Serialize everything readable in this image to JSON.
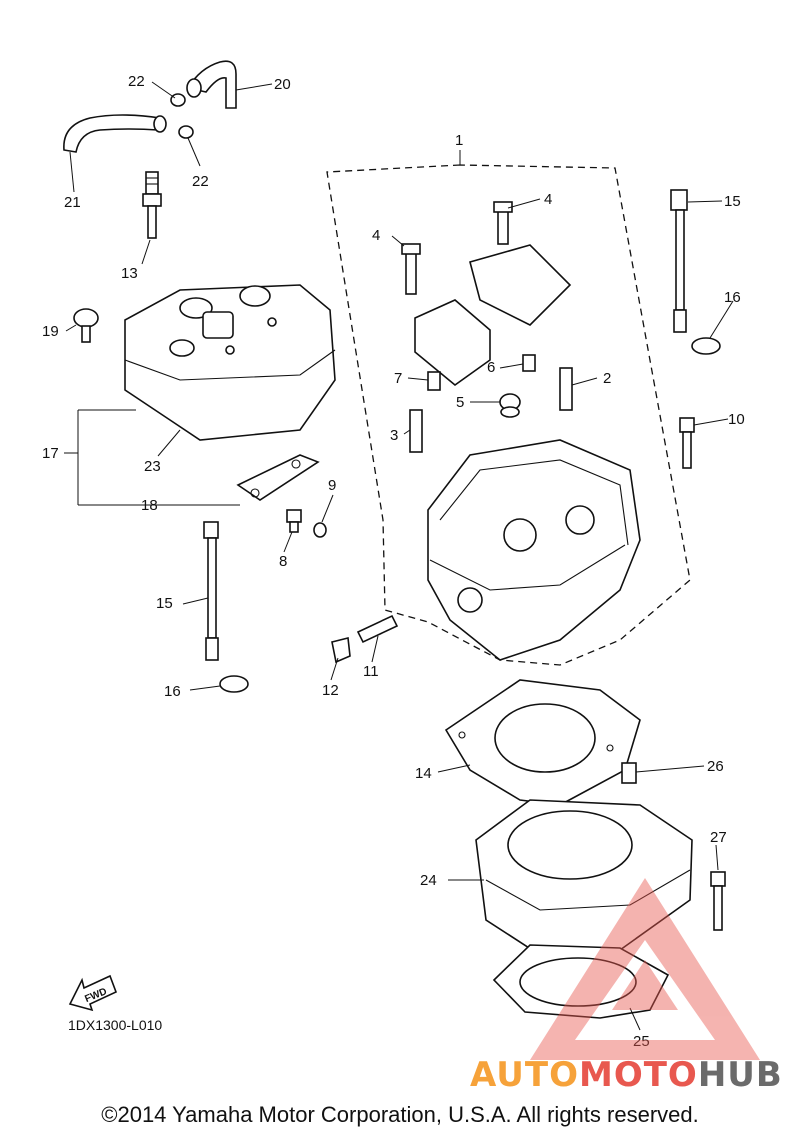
{
  "diagram": {
    "labels": [
      "1",
      "2",
      "3",
      "4",
      "4",
      "5",
      "6",
      "7",
      "8",
      "9",
      "10",
      "11",
      "12",
      "13",
      "14",
      "15",
      "15",
      "16",
      "16",
      "17",
      "18",
      "19",
      "20",
      "21",
      "22",
      "22",
      "23",
      "24",
      "25",
      "26",
      "27"
    ],
    "fwd_text": "FWD",
    "part_code": "1DX1300-L010",
    "copyright": "©2014 Yamaha Motor Corporation, U.S.A. All rights reserved."
  },
  "watermark": {
    "brand_part1": "AUTO",
    "brand_part2": "MOTO",
    "brand_part3": "HUB",
    "colors": {
      "auto": "#f6a23a",
      "moto": "#e8584f",
      "hub": "#6b6b6b",
      "triangle": "#e8584f"
    }
  }
}
